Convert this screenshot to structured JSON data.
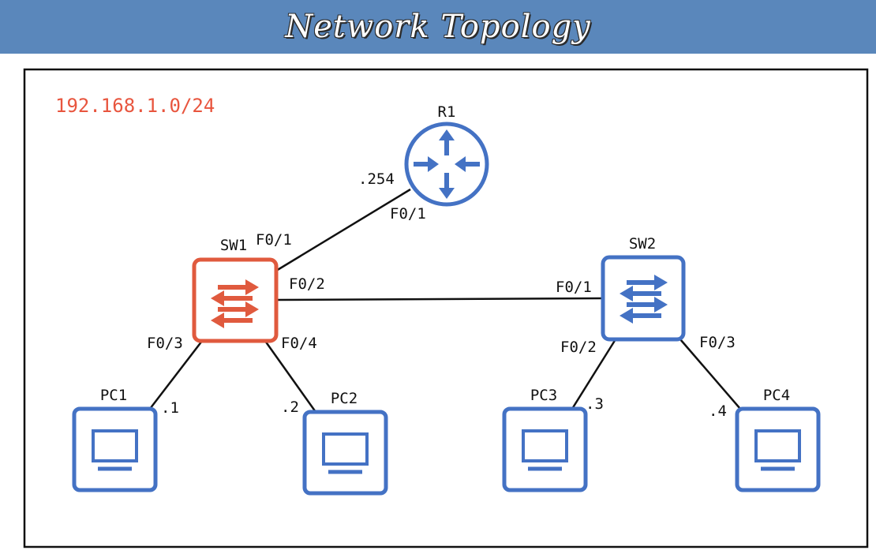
{
  "title": "Network Topology",
  "subnet": {
    "text": "192.168.1.0/24",
    "color": "#e8553e"
  },
  "colors": {
    "blue": "#4472c4",
    "red": "#e05a3e",
    "header": "#5a87bb"
  },
  "devices": {
    "r1": {
      "name": "R1",
      "icon": "router-icon"
    },
    "sw1": {
      "name": "SW1",
      "icon": "switch-icon"
    },
    "sw2": {
      "name": "SW2",
      "icon": "switch-icon"
    },
    "pc1": {
      "name": "PC1",
      "icon": "monitor-icon"
    },
    "pc2": {
      "name": "PC2",
      "icon": "monitor-icon"
    },
    "pc3": {
      "name": "PC3",
      "icon": "monitor-icon"
    },
    "pc4": {
      "name": "PC4",
      "icon": "monitor-icon"
    }
  },
  "interfaces": {
    "r1_f01": "F0/1",
    "sw1_f01": "F0/1",
    "sw1_f02": "F0/2",
    "sw1_f03": "F0/3",
    "sw1_f04": "F0/4",
    "sw2_f01": "F0/1",
    "sw2_f02": "F0/2",
    "sw2_f03": "F0/3"
  },
  "addresses": {
    "r1": ".254",
    "pc1": ".1",
    "pc2": ".2",
    "pc3": ".3",
    "pc4": ".4"
  }
}
